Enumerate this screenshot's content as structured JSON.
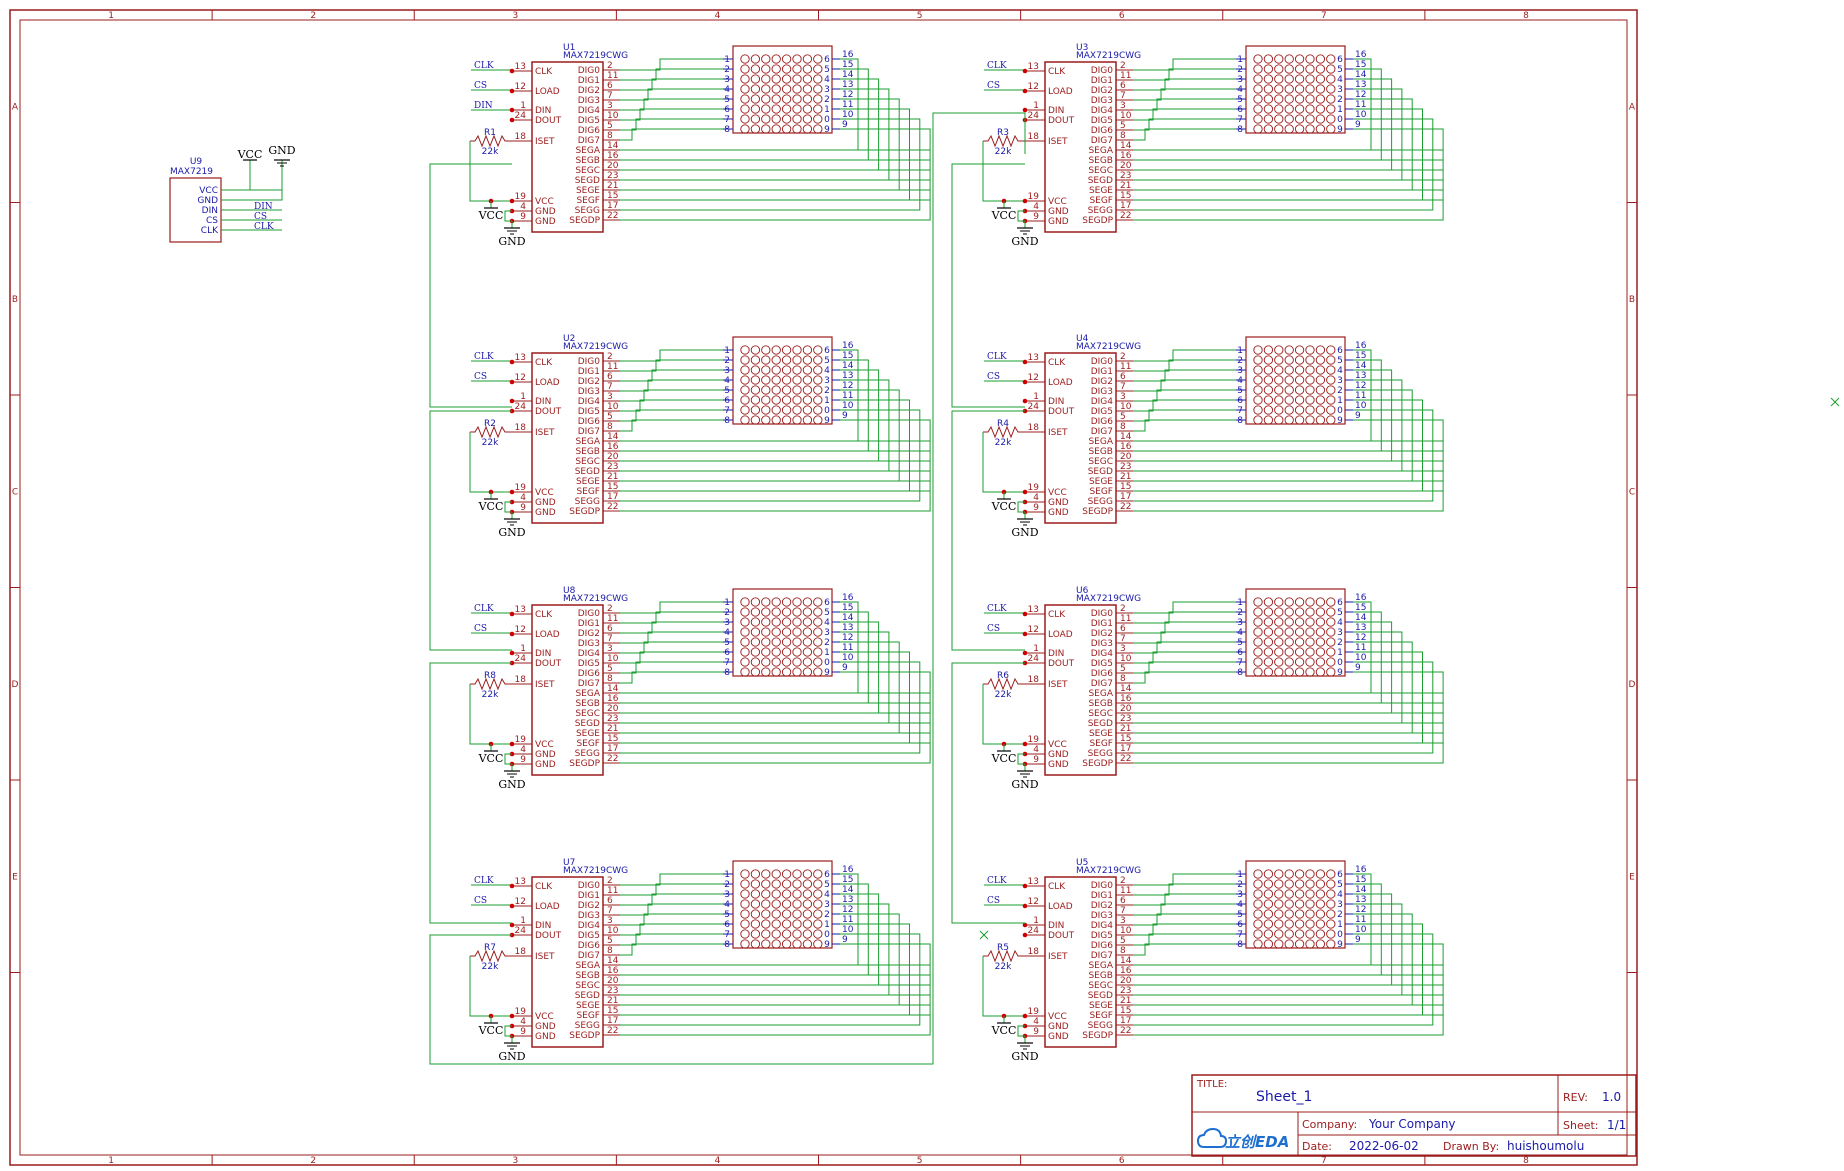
{
  "colors": {
    "frame": "#9b1c1c",
    "wire": "#1a9e2f",
    "pin_label": "#9b1c1c",
    "net_label": "#1a1aa8",
    "junction": "#cc0000",
    "power": "#000000"
  },
  "frame": {
    "columns": [
      "1",
      "2",
      "3",
      "4",
      "5",
      "6",
      "7",
      "8"
    ],
    "rows": [
      "A",
      "B",
      "C",
      "D",
      "E"
    ]
  },
  "header": {
    "name": "U9",
    "part": "MAX7219",
    "pins": [
      "VCC",
      "GND",
      "DIN",
      "CS",
      "CLK"
    ],
    "nets": [
      "VCC",
      "GND",
      "DIN",
      "CS",
      "CLK"
    ]
  },
  "chip": {
    "part": "MAX7219CWG",
    "left_pins": [
      {
        "num": "13",
        "name": "CLK"
      },
      {
        "num": "12",
        "name": "LOAD"
      },
      {
        "num": "1",
        "name": "DIN"
      },
      {
        "num": "24",
        "name": "DOUT"
      },
      {
        "num": "18",
        "name": "ISET"
      },
      {
        "num": "19",
        "name": "VCC"
      },
      {
        "num": "4",
        "name": "GND"
      },
      {
        "num": "9",
        "name": "GND"
      }
    ],
    "right_pins": [
      {
        "num": "2",
        "name": "DIG0"
      },
      {
        "num": "11",
        "name": "DIG1"
      },
      {
        "num": "6",
        "name": "DIG2"
      },
      {
        "num": "7",
        "name": "DIG3"
      },
      {
        "num": "3",
        "name": "DIG4"
      },
      {
        "num": "10",
        "name": "DIG5"
      },
      {
        "num": "5",
        "name": "DIG6"
      },
      {
        "num": "8",
        "name": "DIG7"
      },
      {
        "num": "14",
        "name": "SEGA"
      },
      {
        "num": "16",
        "name": "SEGB"
      },
      {
        "num": "20",
        "name": "SEGC"
      },
      {
        "num": "23",
        "name": "SEGD"
      },
      {
        "num": "21",
        "name": "SEGE"
      },
      {
        "num": "15",
        "name": "SEGF"
      },
      {
        "num": "17",
        "name": "SEGG"
      },
      {
        "num": "22",
        "name": "SEGDP"
      }
    ]
  },
  "matrix": {
    "left_pins": [
      "1",
      "2",
      "3",
      "4",
      "5",
      "6",
      "7",
      "8"
    ],
    "right_pins_inner": [
      "6",
      "5",
      "4",
      "3",
      "2",
      "1",
      "0",
      "9"
    ],
    "right_pins_outer": [
      "16",
      "15",
      "14",
      "13",
      "12",
      "11",
      "10",
      "9"
    ]
  },
  "common": {
    "resistor_value": "22k",
    "vcc": "VCC",
    "gnd": "GND",
    "net_clk": "CLK",
    "net_cs": "CS",
    "net_din": "DIN"
  },
  "modules": [
    {
      "chip": "U1",
      "res": "R1",
      "din_label": "DIN"
    },
    {
      "chip": "U2",
      "res": "R2",
      "din_label": ""
    },
    {
      "chip": "U8",
      "res": "R8",
      "din_label": ""
    },
    {
      "chip": "U7",
      "res": "R7",
      "din_label": ""
    },
    {
      "chip": "U3",
      "res": "R3",
      "din_label": ""
    },
    {
      "chip": "U4",
      "res": "R4",
      "din_label": ""
    },
    {
      "chip": "U6",
      "res": "R6",
      "din_label": ""
    },
    {
      "chip": "U5",
      "res": "R5",
      "din_label": ""
    }
  ],
  "title_block": {
    "title_label": "TITLE:",
    "title": "Sheet_1",
    "rev_label": "REV:",
    "rev": "1.0",
    "company_label": "Company:",
    "company": "Your Company",
    "sheet_label": "Sheet:",
    "sheet": "1/1",
    "date_label": "Date:",
    "date": "2022-06-02",
    "drawn_label": "Drawn By:",
    "drawn": "huishoumolu",
    "logo": "立创EDA"
  }
}
